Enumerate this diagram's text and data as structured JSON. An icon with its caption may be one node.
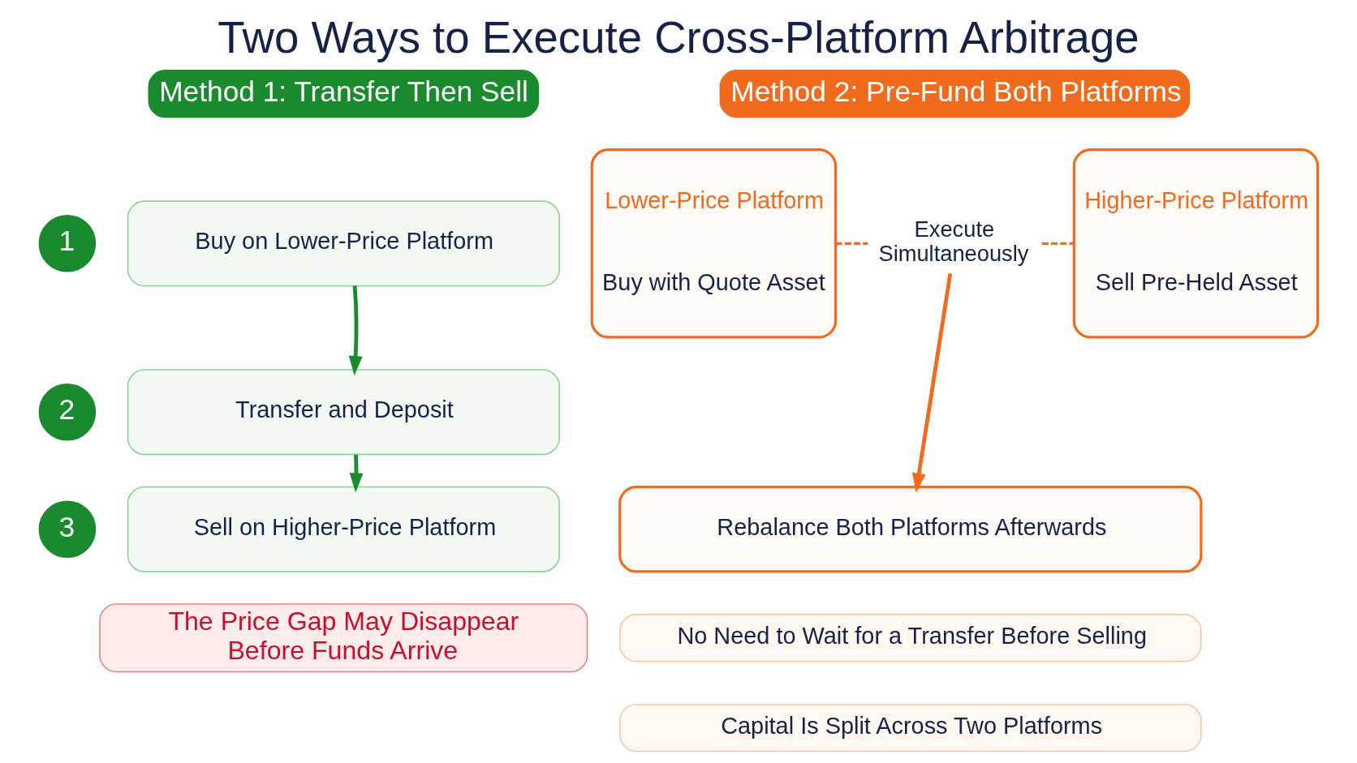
{
  "diagram": {
    "title": "Two Ways to Execute Cross-Platform Arbitrage",
    "nodes": [
      {
        "text": [
          "Method 1: Transfer Then Sell"
        ]
      },
      {
        "text": [
          "1"
        ]
      },
      {
        "text": [
          "Buy on Lower-Price Platform"
        ]
      },
      {
        "text": [
          "2"
        ]
      },
      {
        "text": [
          "Transfer and Deposit"
        ]
      },
      {
        "text": [
          "3"
        ]
      },
      {
        "text": [
          "Sell on Higher-Price Platform"
        ]
      },
      {
        "text": [
          "The Price Gap May Disappear Before Funds Arrive"
        ]
      },
      {
        "text": [
          "Method 2: Pre-Fund Both Platforms"
        ]
      },
      {
        "text": [
          "Lower-Price Platform",
          "Buy with Quote Asset"
        ]
      },
      {
        "text": [
          "Execute Simultaneously"
        ]
      },
      {
        "text": [
          "Higher-Price Platform",
          "Sell Pre-Held Asset"
        ]
      },
      {
        "text": [
          "Rebalance Both Platforms Afterwards"
        ]
      },
      {
        "text": [
          "No Need to Wait for a Transfer Before Selling"
        ]
      },
      {
        "text": [
          "Capital Is Split Across Two Platforms"
        ]
      }
    ],
    "edges": [
      {
        "from": 2,
        "to": 4,
        "arrow": "to",
        "color": "#1a8a2e"
      },
      {
        "from": 4,
        "to": 6,
        "arrow": "to",
        "color": "#1a8a2e"
      },
      {
        "from": 9,
        "to": 10,
        "arrow": "none",
        "style": "dashed"
      },
      {
        "from": 10,
        "to": 11,
        "arrow": "none",
        "style": "dashed"
      },
      {
        "from": 10,
        "to": 12,
        "arrow": "to"
      }
    ]
  }
}
